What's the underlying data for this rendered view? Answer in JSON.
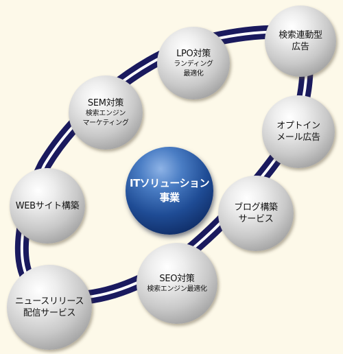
{
  "center": {
    "line1": "ITソリューション",
    "line2": "事業"
  },
  "nodes": [
    {
      "id": "lpo",
      "title": "LPO対策",
      "sub": [
        "ランディング",
        "最適化"
      ]
    },
    {
      "id": "listing",
      "title": "検索連動型",
      "title2": "広告"
    },
    {
      "id": "sem",
      "title": "SEM対策",
      "sub": [
        "検索エンジン",
        "マーケティング"
      ]
    },
    {
      "id": "optin",
      "title": "オプトイン",
      "title2": "メール広告"
    },
    {
      "id": "web",
      "title": "WEBサイト構築"
    },
    {
      "id": "blog",
      "title": "ブログ構築",
      "title2": "サービス"
    },
    {
      "id": "seo",
      "title": "SEO対策",
      "sub": [
        "検索エンジン最適化"
      ]
    },
    {
      "id": "news",
      "title": "ニュースリリース",
      "title2": "配信サービス"
    }
  ],
  "colors": {
    "ring": "#1a1a5e",
    "background": "#fdf9e9"
  }
}
